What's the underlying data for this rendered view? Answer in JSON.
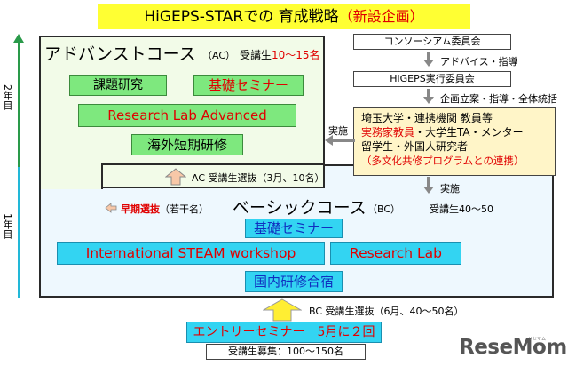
{
  "title": {
    "main": "HiGEPS-STARでの 育成戦略",
    "sub": "（新設企画）"
  },
  "side": {
    "year2": "2年目",
    "year1": "1年目"
  },
  "ac": {
    "title": "アドバンストコース",
    "code": "（AC）",
    "students_label": "受講生",
    "students_range": "10〜15名",
    "items": [
      "課題研究",
      "基礎セミナー",
      "Research Lab Advanced",
      "海外短期研修"
    ]
  },
  "ac_selection": "AC 受講生選抜（3月、10名）",
  "early": {
    "label": "早期選抜",
    "note": "（若干名）"
  },
  "bc": {
    "title": "ベーシックコース",
    "code": "（BC）",
    "students": "受講生40〜50",
    "items": [
      "基礎セミナー",
      "International STEAM workshop",
      "Research Lab",
      "国内研修合宿"
    ]
  },
  "bc_selection": "BC 受講生選抜（6月、40〜50名）",
  "entry": "エントリーセミナー　5月に２回",
  "recruit": "受講生募集：100〜150名",
  "org": {
    "consortium": "コンソーシアム委員会",
    "advice": "アドバイス・指導",
    "committee": "HiGEPS実行委員会",
    "planning": "企画立案・指導・全体統括",
    "implement_left": "実施",
    "implement_down": "実施",
    "staff_line1": "埼玉大学・連携機関 教員等",
    "staff_line2_red": "実務家教員",
    "staff_line2_rest": "・大学生TA・メンター",
    "staff_line3": "留学生・外国人研究者",
    "staff_line4": "（多文化共修プログラムとの連携）"
  },
  "logo": {
    "main": "ReseMom",
    "sub": "リセマム"
  },
  "colors": {
    "title_bg": "#ffff33",
    "accent_red": "#e00000",
    "green_box": "#7ee87e",
    "blue_box": "#33d4f2",
    "ac_bg": "#f2fbe8",
    "bc_bg": "#eef8fe",
    "org_bg": "#fff5c8",
    "arrow_yellow": "#ffee33",
    "arrow_peach": "#f8c8a8"
  }
}
